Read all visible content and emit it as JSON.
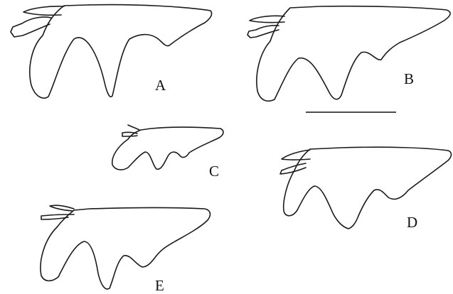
{
  "panels": [
    {
      "id": "A",
      "label": "A"
    },
    {
      "id": "B",
      "label": "B"
    },
    {
      "id": "C",
      "label": "C"
    },
    {
      "id": "D",
      "label": "D"
    },
    {
      "id": "E",
      "label": "E"
    }
  ],
  "scale_bar": {
    "present": true
  },
  "colors": {
    "line": "#1a1a1a",
    "background": "#ffffff"
  }
}
